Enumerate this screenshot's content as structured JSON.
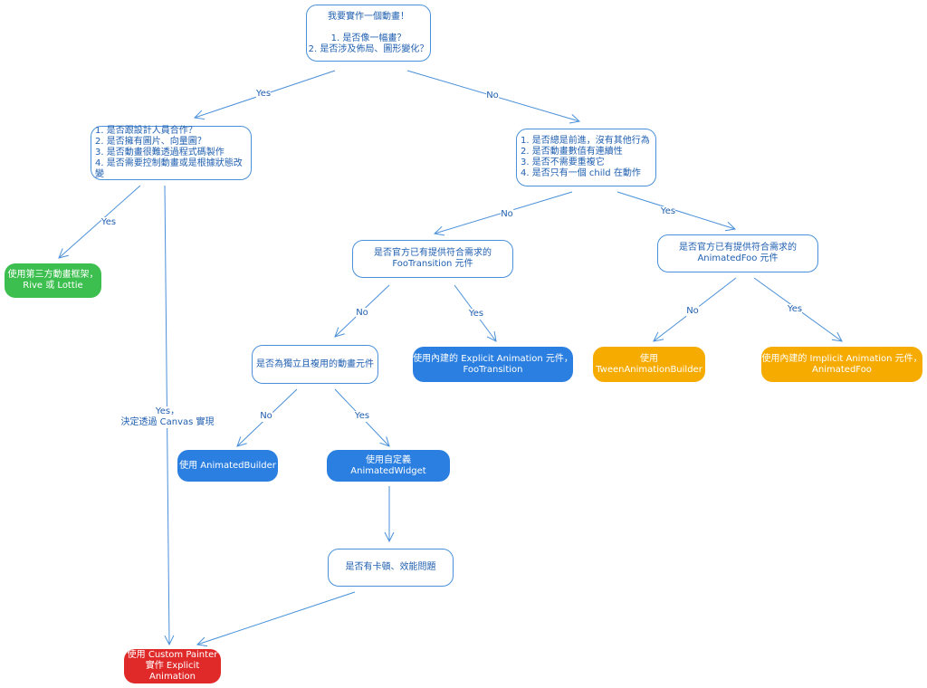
{
  "nodes": {
    "start": "我要實作一個動畫！\n\n1. 是否像一幅畫？\n2. 是否涉及佈局、圖形變化？",
    "q_designer": "1. 是否跟設計人員合作？\n2. 是否擁有圖片、向量圖？\n3. 是否動畫很難透過程式碼製作\n4. 是否需要控制動畫或是根據狀態改變",
    "q_forward": "1. 是否總是前進，沒有其他行為\n2. 是否動畫數值有連續性\n3. 是否不需要重複它\n4. 是否只有一個 child 在動作",
    "a_rive": "使用第三方動畫框架，\nRive 或 Lottie",
    "q_footransition": "是否官方已有提供符合需求的\nFooTransition 元件",
    "q_animatedfoo": "是否官方已有提供符合需求的\nAnimatedFoo 元件",
    "q_reusable": "是否為獨立且複用的動畫元件",
    "a_explicit": "使用內建的 Explicit Animation 元件，\nFooTransition",
    "a_tween": "使用\nTweenAnimationBuilder",
    "a_implicit": "使用內建的 Implicit Animation 元件，\nAnimatedFoo",
    "a_builder": "使用 AnimatedBuilder",
    "a_widget": "使用自定義 AnimatedWidget",
    "q_jank": "是否有卡頓、效能問題",
    "a_painter": "使用 Custom Painter\n實作 Explicit Animation"
  },
  "edge_labels": {
    "start_yes": "Yes",
    "start_no": "No",
    "designer_yes": "Yes",
    "designer_canvas": "Yes，\n決定透過 Canvas 實現",
    "forward_no": "No",
    "forward_yes": "Yes",
    "foot_no": "No",
    "foot_yes": "Yes",
    "afoo_no": "No",
    "afoo_yes": "Yes",
    "reuse_no": "No",
    "reuse_yes": "Yes"
  },
  "colors": {
    "question_border": "#4a90d9",
    "question_text": "#1f5fb0",
    "arrow": "#4a90d9",
    "green": "#3cbf4f",
    "blue": "#2b7fe0",
    "orange": "#f6ab00",
    "red": "#e02a2a"
  }
}
